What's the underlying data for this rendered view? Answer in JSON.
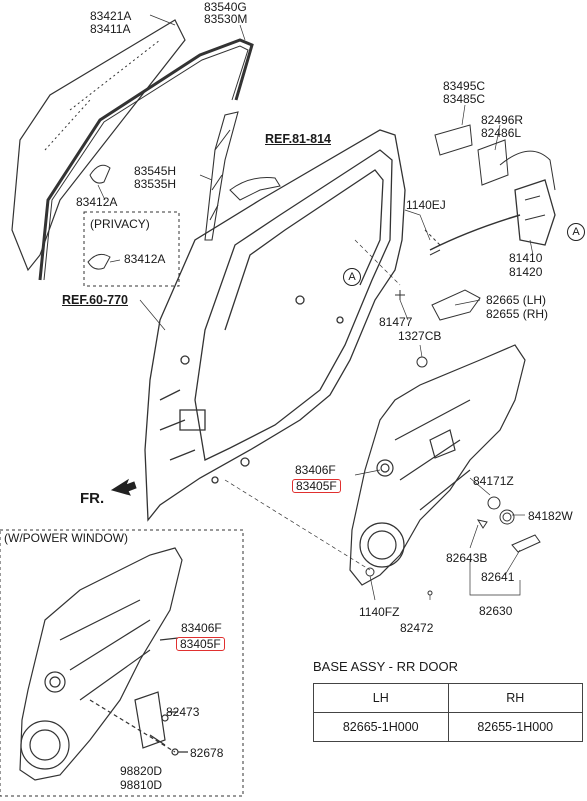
{
  "labels": {
    "p83421a": "83421A",
    "p83411a": "83411A",
    "p83540g": "83540G",
    "p83530m": "83530M",
    "p83495c": "83495C",
    "p83485c": "83485C",
    "p82496r": "82496R",
    "p82486l": "82486L",
    "ref81814": "REF.81-814",
    "p83545h": "83545H",
    "p83535h": "83535H",
    "p83412a_top": "83412A",
    "privacy": "(PRIVACY)",
    "p83412a_priv": "83412A",
    "p1140ej": "1140EJ",
    "p81410": "81410",
    "p81420": "81420",
    "ref60770": "REF.60-770",
    "p82665lh": "82665 (LH)",
    "p82655rh": "82655 (RH)",
    "p81477": "81477",
    "p1327cb": "1327CB",
    "p83406f_main": "83406F",
    "p83405f_main": "83405F",
    "p84171z": "84171Z",
    "fr": "FR.",
    "p84182w": "84182W",
    "p82643b": "82643B",
    "p82641": "82641",
    "p82630": "82630",
    "p1140fz": "1140FZ",
    "p82472": "82472",
    "powerwindow": "(W/POWER WINDOW)",
    "p83406f_pw": "83406F",
    "p83405f_pw": "83405F",
    "p82473": "82473",
    "p82678": "82678",
    "p98820d": "98820D",
    "p98810d": "98810D",
    "circle_a": "A"
  },
  "base_table": {
    "title": "BASE ASSY - RR DOOR",
    "headers": [
      "LH",
      "RH"
    ],
    "rows": [
      [
        "82665-1H000",
        "82655-1H000"
      ]
    ]
  },
  "colors": {
    "highlight": "#e0302f",
    "line": "#333333"
  }
}
